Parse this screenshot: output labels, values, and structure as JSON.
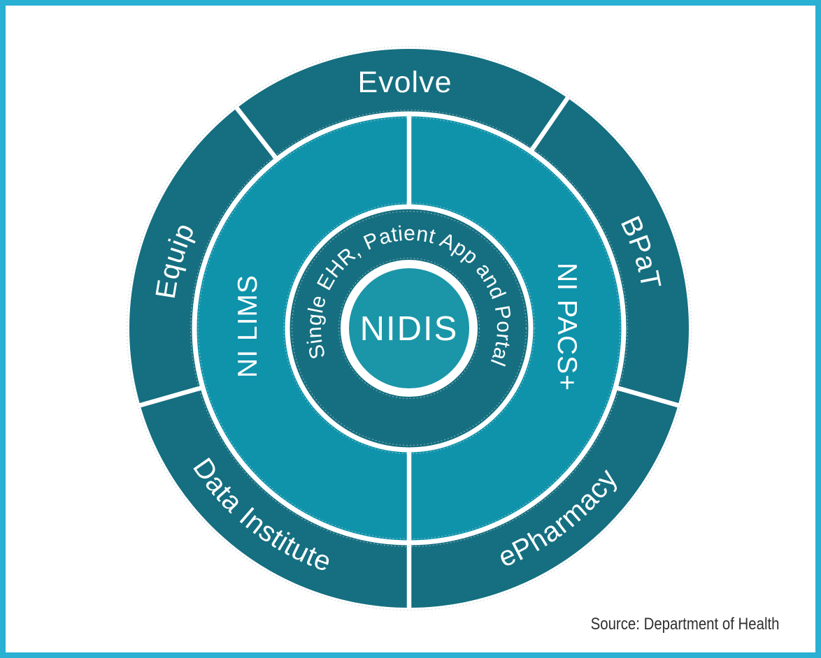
{
  "figure": {
    "center_label": "NIDIS",
    "inner_ring_label": "Single EHR, Patient App and Portal",
    "middle_ring": {
      "left_label": "NI LIMS",
      "right_label": "NI PACS+"
    },
    "outer_ring": {
      "segments": [
        {
          "label": "Evolve",
          "position": "top"
        },
        {
          "label": "BPaT",
          "position": "upper-right"
        },
        {
          "label": "ePharmacy",
          "position": "lower-right"
        },
        {
          "label": "Data Institute",
          "position": "lower-left"
        },
        {
          "label": "Equip",
          "position": "upper-left"
        }
      ]
    },
    "source_caption": "Source: Department of Health",
    "colors": {
      "dark_teal": "#156F80",
      "light_teal": "#0E93AB",
      "center_teal": "#1B96A8",
      "frame_border": "#29B0D3",
      "divider_white": "#FFFFFF",
      "caption_text": "#2F2F2F"
    }
  }
}
